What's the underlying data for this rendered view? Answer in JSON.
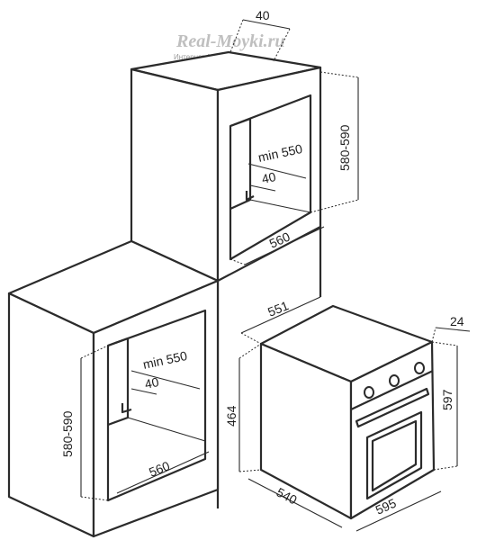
{
  "watermark": {
    "title": "Real-Moyki.ru",
    "subtitle": "Интернет-Магазин"
  },
  "dimensions": {
    "upper_niche_depth_top": "40",
    "upper_niche_height": "580-590",
    "upper_min_depth": "min 550",
    "upper_vent_depth": "40",
    "upper_niche_width": "560",
    "lower_niche_height": "580-590",
    "lower_min_depth": "min 550",
    "lower_vent_depth": "40",
    "lower_niche_width": "560",
    "oven_depth_top": "551",
    "oven_front_thickness": "24",
    "oven_body_height": "464",
    "oven_front_height": "597",
    "oven_body_width": "540",
    "oven_front_width": "595"
  }
}
